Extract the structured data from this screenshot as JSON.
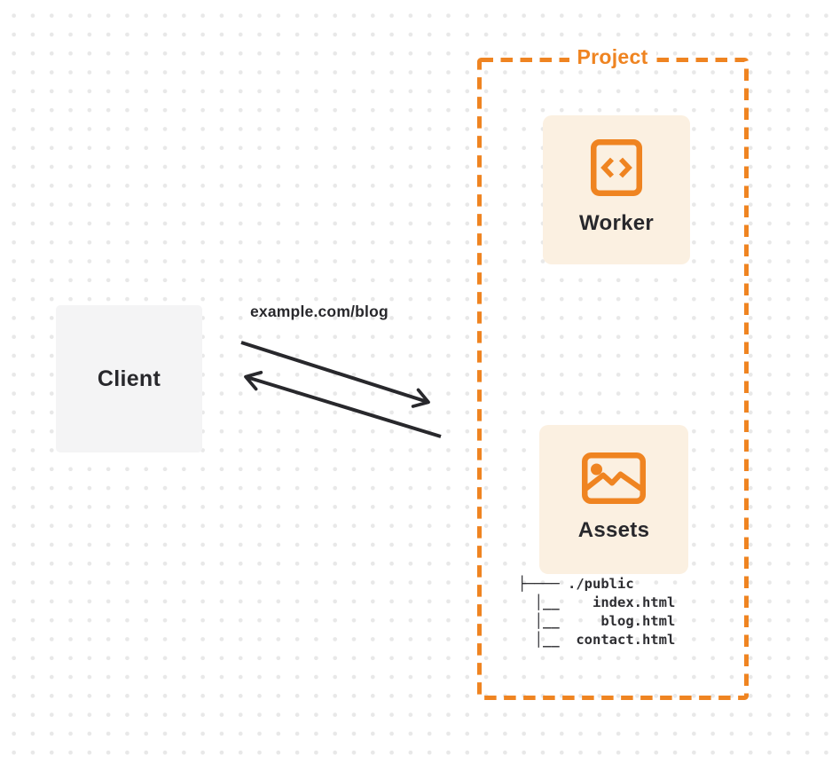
{
  "colors": {
    "orange": "#EF8421",
    "card-bg": "#FBF0E1",
    "client-bg": "#F4F4F5",
    "ink": "#28282C",
    "tree-ink": "#2E2E32",
    "dot": "#E8E8E8"
  },
  "project": {
    "label": "Project"
  },
  "nodes": {
    "client": {
      "label": "Client"
    },
    "worker": {
      "label": "Worker",
      "icon": "code-icon"
    },
    "assets": {
      "label": "Assets",
      "icon": "image-icon"
    }
  },
  "request": {
    "url": "example.com/blog"
  },
  "file_tree": {
    "lines": [
      "├──── ./public",
      "  │__    index.html",
      "  │__     blog.html",
      "  │__  contact.html"
    ]
  }
}
